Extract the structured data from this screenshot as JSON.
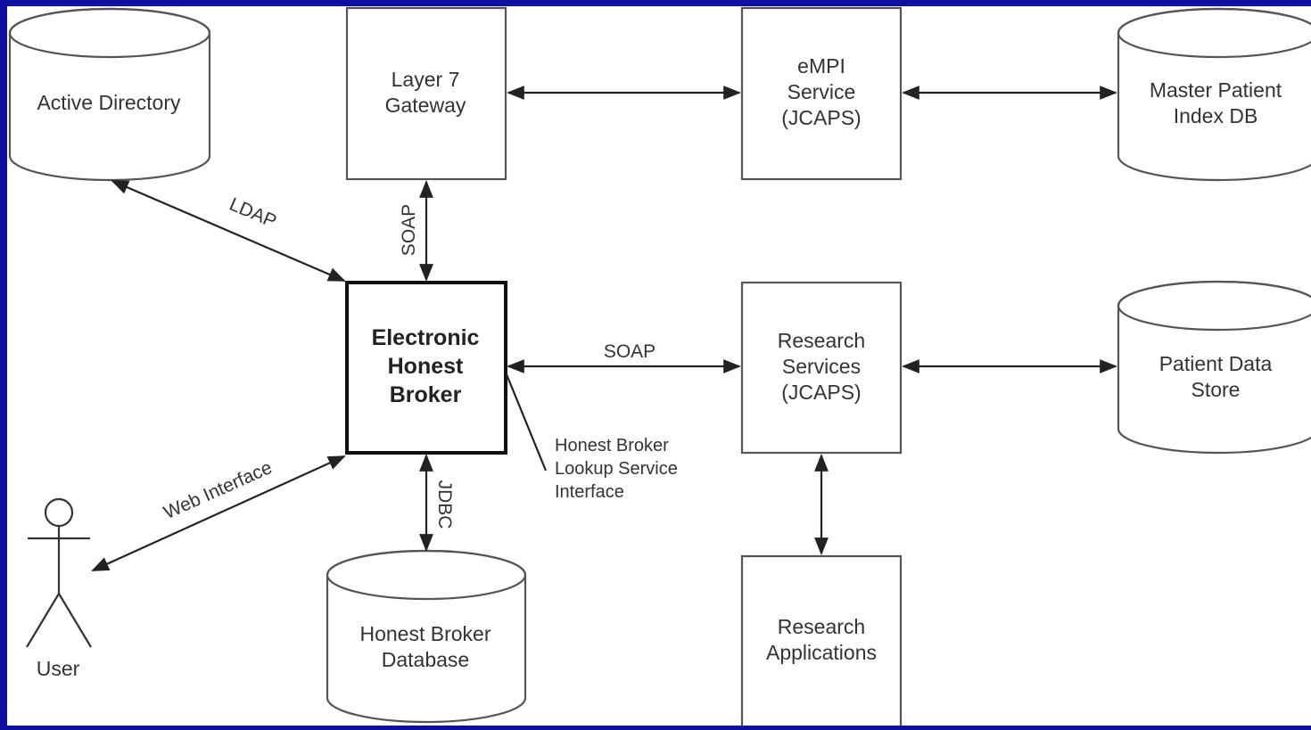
{
  "nodes": {
    "active_directory": "Active Directory",
    "layer7": [
      "Layer 7",
      "Gateway"
    ],
    "empi": [
      "eMPI",
      "Service",
      "(JCAPS)"
    ],
    "master_patient": [
      "Master Patient",
      "Index DB"
    ],
    "ehb": [
      "Electronic",
      "Honest",
      "Broker"
    ],
    "research_services": [
      "Research",
      "Services",
      "(JCAPS)"
    ],
    "patient_data": [
      "Patient Data",
      "Store"
    ],
    "hb_database": [
      "Honest Broker",
      "Database"
    ],
    "research_apps": [
      "Research",
      "Applications"
    ],
    "user": "User"
  },
  "edges": {
    "ldap": "LDAP",
    "soap_vertical": "SOAP",
    "soap_horizontal": "SOAP",
    "jdbc": "JDBC",
    "web_interface": "Web Interface"
  },
  "notes": {
    "lookup": [
      "Honest Broker",
      "Lookup Service",
      "Interface"
    ]
  },
  "colors": {
    "frame": "#1010a0",
    "canvas": "#ffffff"
  }
}
